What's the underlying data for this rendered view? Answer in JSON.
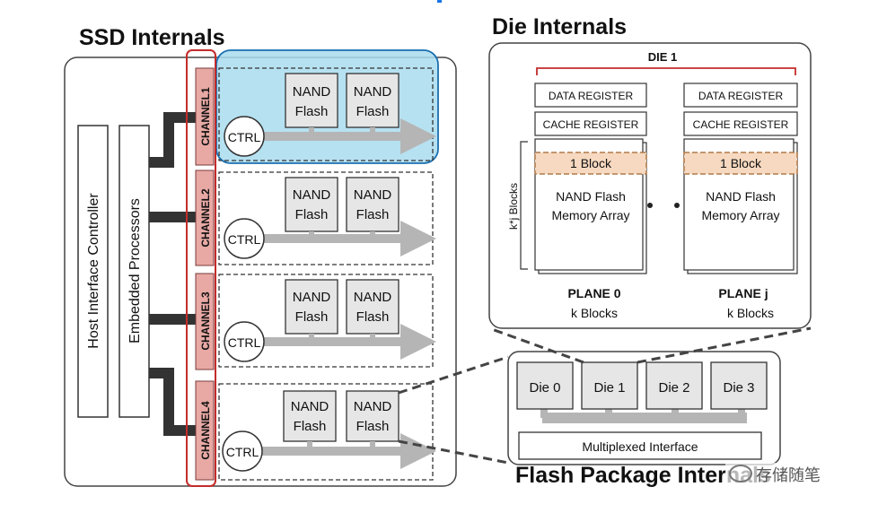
{
  "titles": {
    "ssd": "SSD Internals",
    "die": "Die Internals",
    "package": "Flash Package Internals"
  },
  "watermark": "存储随笔",
  "ssd": {
    "host_controller": "Host Interface Controller",
    "processors": "Embedded Processors",
    "channels": [
      {
        "label": "CHANNEL1",
        "ctrl": "CTRL",
        "flash": [
          "NAND Flash",
          "NAND Flash"
        ],
        "highlighted": true
      },
      {
        "label": "CHANNEL2",
        "ctrl": "CTRL",
        "flash": [
          "NAND Flash",
          "NAND Flash"
        ],
        "highlighted": false
      },
      {
        "label": "CHANNEL3",
        "ctrl": "CTRL",
        "flash": [
          "NAND Flash",
          "NAND Flash"
        ],
        "highlighted": false
      },
      {
        "label": "CHANNEL4",
        "ctrl": "CTRL",
        "flash": [
          "NAND Flash",
          "NAND Flash"
        ],
        "highlighted": false
      }
    ]
  },
  "die": {
    "label": "DIE 1",
    "planes": [
      {
        "data_register": "DATA REGISTER",
        "cache_register": "CACHE REGISTER",
        "block": "1 Block",
        "array": [
          "NAND Flash",
          "Memory Array"
        ],
        "name": "PLANE 0",
        "blocks": "k Blocks"
      },
      {
        "data_register": "DATA REGISTER",
        "cache_register": "CACHE REGISTER",
        "block": "1 Block",
        "array": [
          "NAND Flash",
          "Memory Array"
        ],
        "name": "PLANE j",
        "blocks": "k Blocks"
      }
    ],
    "side_label": "k*j Blocks"
  },
  "package": {
    "dies": [
      "Die 0",
      "Die 1",
      "Die 2",
      "Die 3"
    ],
    "interface": "Multiplexed Interface"
  },
  "colors": {
    "channel_strip": "#e8a9a4",
    "channel_border": "#c42b2b",
    "highlight_fill": "#a9dcef",
    "highlight_border": "#1a6fb0",
    "block_fill": "#f6d9c0",
    "gray_box": "#e6e6e6",
    "arrow": "#b5b5b5"
  }
}
